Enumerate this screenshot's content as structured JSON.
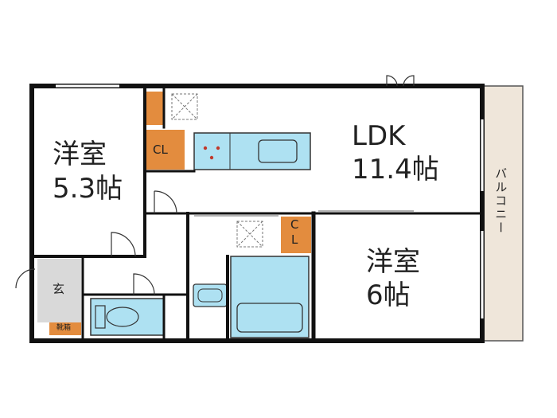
{
  "rooms": {
    "western_room_a": {
      "name": "洋室",
      "size": "5.3帖"
    },
    "ldk": {
      "name": "LDK",
      "size": "11.4帖"
    },
    "western_room_b": {
      "name": "洋室",
      "size": "6帖"
    },
    "entrance": {
      "name": "玄"
    },
    "shoe_box": {
      "name": "靴箱"
    },
    "balcony": {
      "name": "バルコニー"
    }
  },
  "closets": {
    "cl_a": "CL",
    "cl_b_top": "C",
    "cl_b_bottom": "L"
  },
  "colors": {
    "wall": "#111111",
    "closet": "#e38c3e",
    "fixture": "#aee1f2",
    "balcony": "#efe6da",
    "entrance": "#d9d9d9"
  }
}
